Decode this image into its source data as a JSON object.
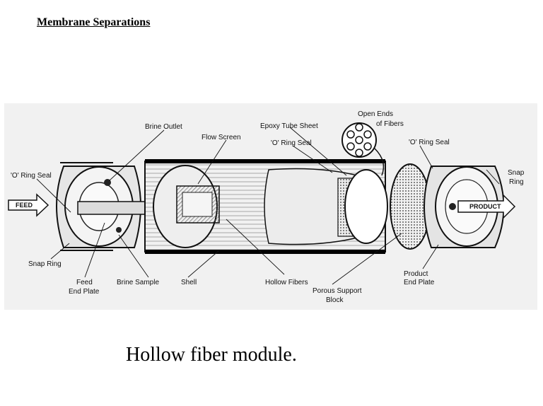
{
  "header": {
    "title": "Membrane Separations"
  },
  "caption": "Hollow fiber module.",
  "diagram": {
    "labels": {
      "brine_outlet": "Brine Outlet",
      "flow_screen": "Flow Screen",
      "epoxy_tube_sheet": "Epoxy Tube Sheet",
      "open_ends_1": "Open Ends",
      "open_ends_2": "of Fibers",
      "o_ring_seal_mid": "'O' Ring Seal",
      "o_ring_seal_right": "'O' Ring Seal",
      "o_ring_seal_left": "'O' Ring Seal",
      "snap_ring_right_1": "Snap",
      "snap_ring_right_2": "Ring",
      "feed": "FEED",
      "product": "PRODUCT",
      "snap_ring_left": "Snap Ring",
      "feed_end_plate_1": "Feed",
      "feed_end_plate_2": "End Plate",
      "brine_sample": "Brine Sample",
      "shell": "Shell",
      "hollow_fibers": "Hollow Fibers",
      "porous_support_1": "Porous Support",
      "porous_support_2": "Block",
      "product_end_plate_1": "Product",
      "product_end_plate_2": "End Plate"
    }
  }
}
